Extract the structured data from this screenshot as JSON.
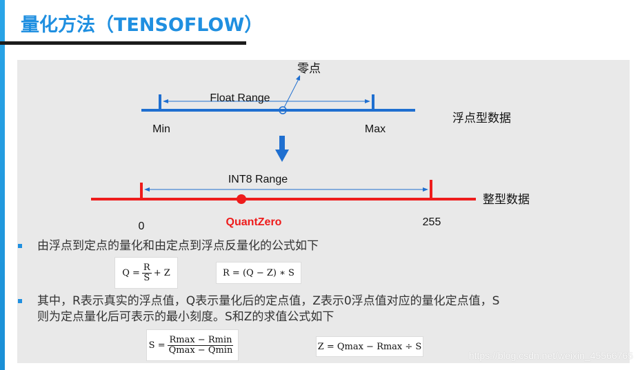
{
  "title": "量化方法（TENSOFLOW）",
  "diagram": {
    "zero_point_label": "零点",
    "float_range_label": "Float Range",
    "min_label": "Min",
    "max_label": "Max",
    "float_type_label": "浮点型数据",
    "int8_range_label": "INT8 Range",
    "int_type_label": "整型数据",
    "zero_label": "0",
    "quantzero_label": "QuantZero",
    "max_int_label": "255",
    "colors": {
      "float_line": "#1f6fd0",
      "int_line": "#ee1c1c",
      "arrow": "#1f6fd0"
    }
  },
  "bullets": [
    {
      "text": "由浮点到定点的量化和由定点到浮点反量化的公式如下"
    },
    {
      "line1": "其中，R表示真实的浮点值，Q表示量化后的定点值，Z表示0浮点值对应的量化定点值，S",
      "line2": "则为定点量化后可表示的最小刻度。S和Z的求值公式如下"
    }
  ],
  "formulas": {
    "quant": {
      "lhs": "Q =",
      "num": "R",
      "den": "S",
      "rhs": "+ Z"
    },
    "dequant": "R = (Q − Z) ∗ S",
    "scale": {
      "lhs": "S =",
      "num": "Rmax − Rmin",
      "den": "Qmax − Qmin"
    },
    "zero": "Z = Qmax − Rmax ÷ S"
  },
  "watermark": "https://blog.csdn.net/weixin_45566765"
}
